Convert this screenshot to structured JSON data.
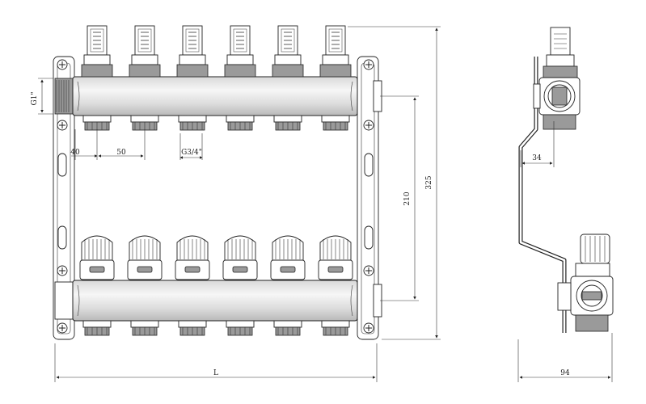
{
  "dimensions": {
    "pitch_first": "40",
    "pitch": "50",
    "outlet_thread": "G3/4\"",
    "inlet_thread": "G1\"",
    "center_distance": "210",
    "total_height": "325",
    "length": "L",
    "side_offset": "34",
    "side_depth": "94"
  },
  "manifold": {
    "outlet_count": 6
  }
}
